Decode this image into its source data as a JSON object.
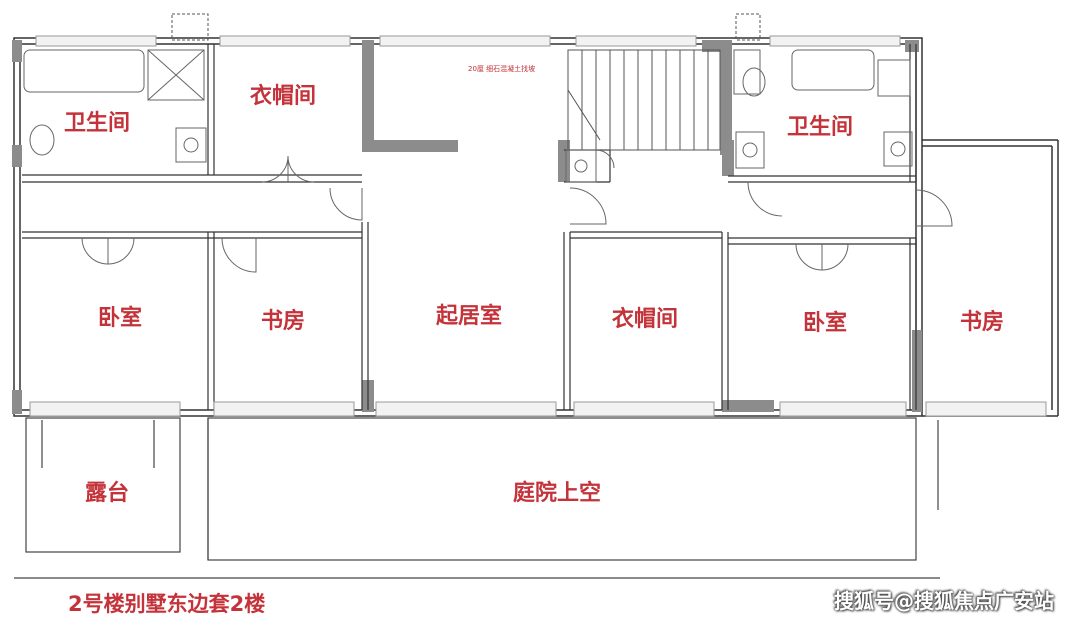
{
  "rooms": {
    "bath_left": "卫生间",
    "closet_top": "衣帽间",
    "bedroom_left": "卧室",
    "study_left": "书房",
    "living": "起居室",
    "closet_mid": "衣帽间",
    "bath_right": "卫生间",
    "bedroom_right": "卧室",
    "study_right": "书房",
    "terrace": "露台",
    "courtyard_void": "庭院上空"
  },
  "caption": "2号楼别墅东边套2楼",
  "watermark": "搜狐号@搜狐焦点广安站",
  "colors": {
    "label": "#c4323a",
    "wall": "#8c8c8c",
    "line": "#333333"
  }
}
